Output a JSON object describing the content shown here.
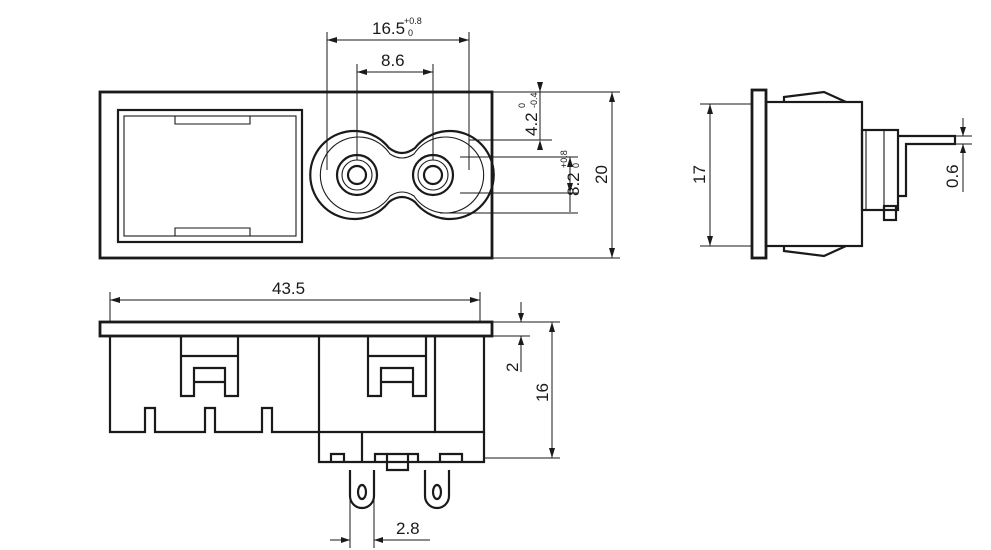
{
  "dimensions": {
    "overall_width": "43.5",
    "pin_spacing_outer": "16.5",
    "pin_spacing_outer_tol_upper": "+0.8",
    "pin_spacing_outer_tol_lower": "0",
    "pin_spacing": "8.6",
    "offset_top": "4.2",
    "offset_top_tol_upper": "0",
    "offset_top_tol_lower": "-0.4",
    "socket_height": "8.2",
    "socket_height_tol_upper": "+0.8",
    "socket_height_tol_lower": "0",
    "overall_height": "20",
    "side_height": "17",
    "side_thickness": "0.6",
    "flange_thickness": "2",
    "body_depth": "16",
    "terminal_pitch": "2.8"
  },
  "colors": {
    "line": "#1a1a1a",
    "background": "#ffffff"
  }
}
